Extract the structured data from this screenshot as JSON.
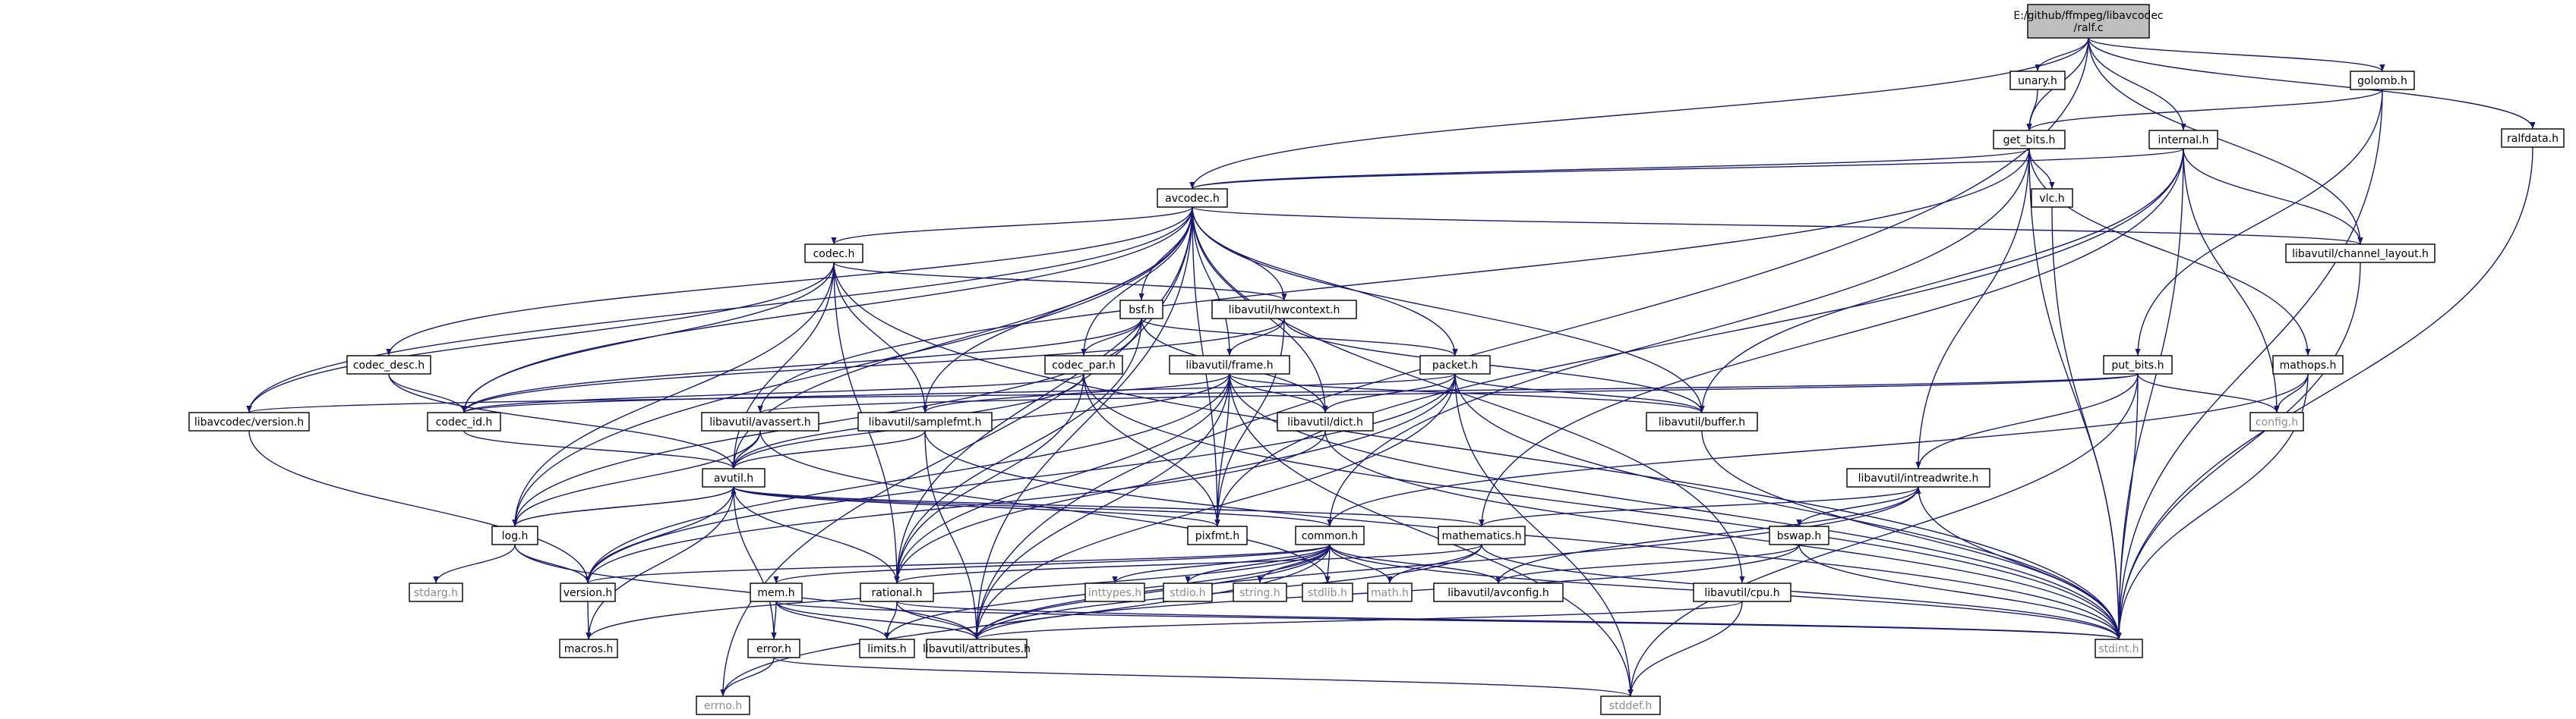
{
  "graph": {
    "colors": {
      "edge": "#191970",
      "root_fill": "#bfbfbf",
      "node_fill": "#ffffff",
      "node_stroke": "#000000",
      "missing_stroke": "#bfbfbf",
      "missing_text": "#8c8c8c",
      "truncated_stroke": "#ff0000"
    },
    "nodes": [
      {
        "id": "root",
        "label": [
          "E:/github/ffmpeg/libavcodec",
          "/ralf.c"
        ],
        "kind": "root"
      },
      {
        "id": "unary",
        "label": [
          "unary.h"
        ],
        "kind": "normal"
      },
      {
        "id": "golomb",
        "label": [
          "golomb.h"
        ],
        "kind": "normal"
      },
      {
        "id": "ralfdata",
        "label": [
          "ralfdata.h"
        ],
        "kind": "normal"
      },
      {
        "id": "get_bits",
        "label": [
          "get_bits.h"
        ],
        "kind": "normal"
      },
      {
        "id": "internal",
        "label": [
          "internal.h"
        ],
        "kind": "normal"
      },
      {
        "id": "avcodec",
        "label": [
          "avcodec.h"
        ],
        "kind": "normal"
      },
      {
        "id": "vlc",
        "label": [
          "vlc.h"
        ],
        "kind": "normal"
      },
      {
        "id": "channel_layout",
        "label": [
          "libavutil/channel_layout.h"
        ],
        "kind": "normal"
      },
      {
        "id": "codec",
        "label": [
          "codec.h"
        ],
        "kind": "normal"
      },
      {
        "id": "bsf",
        "label": [
          "bsf.h"
        ],
        "kind": "normal"
      },
      {
        "id": "hwcontext",
        "label": [
          "libavutil/hwcontext.h"
        ],
        "kind": "normal"
      },
      {
        "id": "codec_desc",
        "label": [
          "codec_desc.h"
        ],
        "kind": "normal"
      },
      {
        "id": "codec_par",
        "label": [
          "codec_par.h"
        ],
        "kind": "normal"
      },
      {
        "id": "frame",
        "label": [
          "libavutil/frame.h"
        ],
        "kind": "normal"
      },
      {
        "id": "packet",
        "label": [
          "packet.h"
        ],
        "kind": "normal"
      },
      {
        "id": "mathops",
        "label": [
          "mathops.h"
        ],
        "kind": "truncated"
      },
      {
        "id": "put_bits",
        "label": [
          "put_bits.h"
        ],
        "kind": "normal"
      },
      {
        "id": "config",
        "label": [
          "config.h"
        ],
        "kind": "missing"
      },
      {
        "id": "lavc_version",
        "label": [
          "libavcodec/version.h"
        ],
        "kind": "normal"
      },
      {
        "id": "codec_id",
        "label": [
          "codec_id.h"
        ],
        "kind": "normal"
      },
      {
        "id": "avassert",
        "label": [
          "libavutil/avassert.h"
        ],
        "kind": "normal"
      },
      {
        "id": "samplefmt",
        "label": [
          "libavutil/samplefmt.h"
        ],
        "kind": "normal"
      },
      {
        "id": "dict",
        "label": [
          "libavutil/dict.h"
        ],
        "kind": "normal"
      },
      {
        "id": "buffer",
        "label": [
          "libavutil/buffer.h"
        ],
        "kind": "normal"
      },
      {
        "id": "avutil",
        "label": [
          "avutil.h"
        ],
        "kind": "normal"
      },
      {
        "id": "intreadwrite",
        "label": [
          "libavutil/intreadwrite.h"
        ],
        "kind": "normal"
      },
      {
        "id": "log",
        "label": [
          "log.h"
        ],
        "kind": "normal"
      },
      {
        "id": "pixfmt",
        "label": [
          "pixfmt.h"
        ],
        "kind": "normal"
      },
      {
        "id": "common",
        "label": [
          "common.h"
        ],
        "kind": "normal"
      },
      {
        "id": "mathematics",
        "label": [
          "mathematics.h"
        ],
        "kind": "truncated"
      },
      {
        "id": "bswap",
        "label": [
          "bswap.h"
        ],
        "kind": "normal"
      },
      {
        "id": "stdarg",
        "label": [
          "stdarg.h"
        ],
        "kind": "missing"
      },
      {
        "id": "version",
        "label": [
          "version.h"
        ],
        "kind": "normal"
      },
      {
        "id": "rational",
        "label": [
          "rational.h"
        ],
        "kind": "normal"
      },
      {
        "id": "inttypes",
        "label": [
          "inttypes.h"
        ],
        "kind": "missing"
      },
      {
        "id": "stdio",
        "label": [
          "stdio.h"
        ],
        "kind": "missing"
      },
      {
        "id": "string",
        "label": [
          "string.h"
        ],
        "kind": "missing"
      },
      {
        "id": "stdlib",
        "label": [
          "stdlib.h"
        ],
        "kind": "missing"
      },
      {
        "id": "math",
        "label": [
          "math.h"
        ],
        "kind": "missing"
      },
      {
        "id": "avconfig",
        "label": [
          "libavutil/avconfig.h"
        ],
        "kind": "normal"
      },
      {
        "id": "cpu",
        "label": [
          "libavutil/cpu.h"
        ],
        "kind": "normal"
      },
      {
        "id": "mem",
        "label": [
          "mem.h"
        ],
        "kind": "normal"
      },
      {
        "id": "macros",
        "label": [
          "macros.h"
        ],
        "kind": "normal"
      },
      {
        "id": "error",
        "label": [
          "error.h"
        ],
        "kind": "normal"
      },
      {
        "id": "limits",
        "label": [
          "limits.h"
        ],
        "kind": "truncated"
      },
      {
        "id": "attributes",
        "label": [
          "libavutil/attributes.h"
        ],
        "kind": "normal"
      },
      {
        "id": "stdint",
        "label": [
          "stdint.h"
        ],
        "kind": "missing"
      },
      {
        "id": "errno",
        "label": [
          "errno.h"
        ],
        "kind": "missing"
      },
      {
        "id": "stddef",
        "label": [
          "stddef.h"
        ],
        "kind": "missing"
      }
    ],
    "edges": [
      [
        "root",
        "unary"
      ],
      [
        "root",
        "golomb"
      ],
      [
        "root",
        "ralfdata"
      ],
      [
        "root",
        "get_bits"
      ],
      [
        "root",
        "internal"
      ],
      [
        "root",
        "avcodec"
      ],
      [
        "root",
        "channel_layout"
      ],
      [
        "root",
        "attributes"
      ],
      [
        "unary",
        "get_bits"
      ],
      [
        "golomb",
        "get_bits"
      ],
      [
        "golomb",
        "put_bits"
      ],
      [
        "golomb",
        "stdint"
      ],
      [
        "ralfdata",
        "stdint"
      ],
      [
        "get_bits",
        "avcodec"
      ],
      [
        "get_bits",
        "vlc"
      ],
      [
        "get_bits",
        "mathops"
      ],
      [
        "get_bits",
        "intreadwrite"
      ],
      [
        "get_bits",
        "avassert"
      ],
      [
        "get_bits",
        "common"
      ],
      [
        "get_bits",
        "stdint"
      ],
      [
        "internal",
        "avcodec"
      ],
      [
        "internal",
        "channel_layout"
      ],
      [
        "internal",
        "buffer"
      ],
      [
        "internal",
        "pixfmt"
      ],
      [
        "internal",
        "mathematics"
      ],
      [
        "internal",
        "config"
      ],
      [
        "internal",
        "stdint"
      ],
      [
        "vlc",
        "stdint"
      ],
      [
        "channel_layout",
        "stdint"
      ],
      [
        "avcodec",
        "codec"
      ],
      [
        "avcodec",
        "bsf"
      ],
      [
        "avcodec",
        "hwcontext"
      ],
      [
        "avcodec",
        "codec_desc"
      ],
      [
        "avcodec",
        "codec_par"
      ],
      [
        "avcodec",
        "frame"
      ],
      [
        "avcodec",
        "packet"
      ],
      [
        "avcodec",
        "lavc_version"
      ],
      [
        "avcodec",
        "codec_id"
      ],
      [
        "avcodec",
        "samplefmt"
      ],
      [
        "avcodec",
        "dict"
      ],
      [
        "avcodec",
        "buffer"
      ],
      [
        "avcodec",
        "avutil"
      ],
      [
        "avcodec",
        "log"
      ],
      [
        "avcodec",
        "pixfmt"
      ],
      [
        "avcodec",
        "rational"
      ],
      [
        "avcodec",
        "attributes"
      ],
      [
        "avcodec",
        "cpu"
      ],
      [
        "avcodec",
        "errno"
      ],
      [
        "avcodec",
        "channel_layout"
      ],
      [
        "codec",
        "hwcontext"
      ],
      [
        "codec",
        "lavc_version"
      ],
      [
        "codec",
        "codec_id"
      ],
      [
        "codec",
        "samplefmt"
      ],
      [
        "codec",
        "rational"
      ],
      [
        "codec",
        "avutil"
      ],
      [
        "codec",
        "log"
      ],
      [
        "codec",
        "stdint"
      ],
      [
        "bsf",
        "codec_id"
      ],
      [
        "bsf",
        "codec_par"
      ],
      [
        "bsf",
        "packet"
      ],
      [
        "bsf",
        "dict"
      ],
      [
        "bsf",
        "log"
      ],
      [
        "bsf",
        "rational"
      ],
      [
        "hwcontext",
        "frame"
      ],
      [
        "hwcontext",
        "buffer"
      ],
      [
        "hwcontext",
        "pixfmt"
      ],
      [
        "hwcontext",
        "codec_id"
      ],
      [
        "codec_desc",
        "codec_id"
      ],
      [
        "codec_desc",
        "avutil"
      ],
      [
        "codec_par",
        "codec_id"
      ],
      [
        "codec_par",
        "avutil"
      ],
      [
        "codec_par",
        "pixfmt"
      ],
      [
        "codec_par",
        "rational"
      ],
      [
        "codec_par",
        "stdint"
      ],
      [
        "frame",
        "avutil"
      ],
      [
        "frame",
        "buffer"
      ],
      [
        "frame",
        "dict"
      ],
      [
        "frame",
        "rational"
      ],
      [
        "frame",
        "samplefmt"
      ],
      [
        "frame",
        "pixfmt"
      ],
      [
        "frame",
        "version"
      ],
      [
        "frame",
        "attributes"
      ],
      [
        "frame",
        "stdint"
      ],
      [
        "frame",
        "stddef"
      ],
      [
        "packet",
        "buffer"
      ],
      [
        "packet",
        "dict"
      ],
      [
        "packet",
        "rational"
      ],
      [
        "packet",
        "attributes"
      ],
      [
        "packet",
        "version"
      ],
      [
        "packet",
        "stddef"
      ],
      [
        "packet",
        "stdint"
      ],
      [
        "packet",
        "codec_id"
      ],
      [
        "mathops",
        "config"
      ],
      [
        "mathops",
        "stdint"
      ],
      [
        "mathops",
        "common"
      ],
      [
        "put_bits",
        "config"
      ],
      [
        "put_bits",
        "stdint"
      ],
      [
        "put_bits",
        "stddef"
      ],
      [
        "put_bits",
        "intreadwrite"
      ],
      [
        "put_bits",
        "avassert"
      ],
      [
        "put_bits",
        "lavc_version"
      ],
      [
        "lavc_version",
        "version"
      ],
      [
        "codec_id",
        "avutil"
      ],
      [
        "avassert",
        "avutil"
      ],
      [
        "avassert",
        "log"
      ],
      [
        "avassert",
        "stdlib"
      ],
      [
        "samplefmt",
        "avutil"
      ],
      [
        "samplefmt",
        "attributes"
      ],
      [
        "samplefmt",
        "stdint"
      ],
      [
        "dict",
        "version"
      ],
      [
        "dict",
        "stdint"
      ],
      [
        "buffer",
        "stdint"
      ],
      [
        "avutil",
        "common"
      ],
      [
        "avutil",
        "error"
      ],
      [
        "avutil",
        "version"
      ],
      [
        "avutil",
        "macros"
      ],
      [
        "avutil",
        "mathematics"
      ],
      [
        "avutil",
        "rational"
      ],
      [
        "avutil",
        "log"
      ],
      [
        "avutil",
        "pixfmt"
      ],
      [
        "intreadwrite",
        "avconfig"
      ],
      [
        "intreadwrite",
        "attributes"
      ],
      [
        "intreadwrite",
        "bswap"
      ],
      [
        "intreadwrite",
        "stdint"
      ],
      [
        "log",
        "avutil"
      ],
      [
        "log",
        "attributes"
      ],
      [
        "log",
        "version"
      ],
      [
        "log",
        "stdarg"
      ],
      [
        "common",
        "attributes"
      ],
      [
        "common",
        "macros"
      ],
      [
        "common",
        "version"
      ],
      [
        "common",
        "avconfig"
      ],
      [
        "common",
        "mem"
      ],
      [
        "common",
        "errno"
      ],
      [
        "common",
        "inttypes"
      ],
      [
        "common",
        "limits"
      ],
      [
        "common",
        "math"
      ],
      [
        "common",
        "stdint"
      ],
      [
        "common",
        "stdio"
      ],
      [
        "common",
        "stdlib"
      ],
      [
        "common",
        "string"
      ],
      [
        "mathematics",
        "attributes"
      ],
      [
        "mathematics",
        "rational"
      ],
      [
        "mathematics",
        "intreadwrite"
      ],
      [
        "mathematics",
        "math"
      ],
      [
        "mathematics",
        "stdint"
      ],
      [
        "bswap",
        "avconfig"
      ],
      [
        "bswap",
        "attributes"
      ],
      [
        "bswap",
        "stdint"
      ],
      [
        "cpu",
        "attributes"
      ],
      [
        "cpu",
        "stddef"
      ],
      [
        "version",
        "macros"
      ],
      [
        "rational",
        "attributes"
      ],
      [
        "rational",
        "limits"
      ],
      [
        "rational",
        "stdint"
      ],
      [
        "mem",
        "attributes"
      ],
      [
        "mem",
        "error"
      ],
      [
        "mem",
        "limits"
      ],
      [
        "mem",
        "stdint"
      ],
      [
        "error",
        "errno"
      ],
      [
        "error",
        "stddef"
      ]
    ]
  }
}
